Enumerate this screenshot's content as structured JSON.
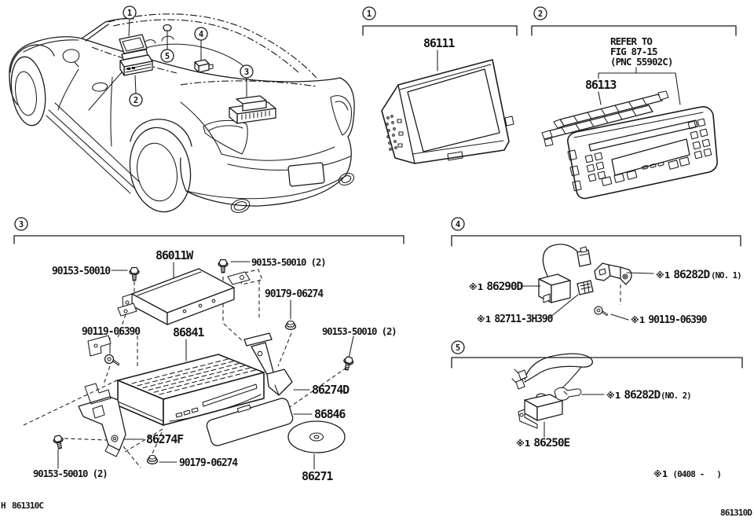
{
  "diagram": {
    "note_mark": "※1",
    "footer": {
      "code_left_1": "H",
      "code_left_2": "861310C",
      "code_right": "861310D",
      "footnote_open": "(0408 -",
      "footnote_close": ")"
    },
    "car_callouts": {
      "c1": "1",
      "c2": "2",
      "c3": "3",
      "c4": "4",
      "c5": "5"
    },
    "sections": {
      "s1": {
        "num": "1",
        "part_86111": "86111"
      },
      "s2": {
        "num": "2",
        "refer_line1": "REFER TO",
        "refer_line2": "FIG 87-15",
        "refer_line3": "(PNC 55902C)",
        "part_86113": "86113"
      },
      "s3": {
        "num": "3",
        "part_86011w": "86011W",
        "screw_left": "90153-50010",
        "screw_top_right": "90153-50010 (2)",
        "nut_top": "90179-06274",
        "bolt_left": "90119-06390",
        "part_86841": "86841",
        "screw_right": "90153-50010 (2)",
        "part_86274d": "86274D",
        "part_86846": "86846",
        "part_86274f": "86274F",
        "nut_bottom": "90179-06274",
        "screw_bottom_left": "90153-50010 (2)",
        "part_86271": "86271"
      },
      "s4": {
        "num": "4",
        "part_86290d": "86290D",
        "part_86282d": "86282D",
        "part_86282d_no": "(NO. 1)",
        "part_82711": "82711-3H390",
        "bolt": "90119-06390"
      },
      "s5": {
        "num": "5",
        "part_86282d": "86282D",
        "part_86282d_no": "(NO. 2)",
        "part_86250e": "86250E"
      }
    }
  }
}
